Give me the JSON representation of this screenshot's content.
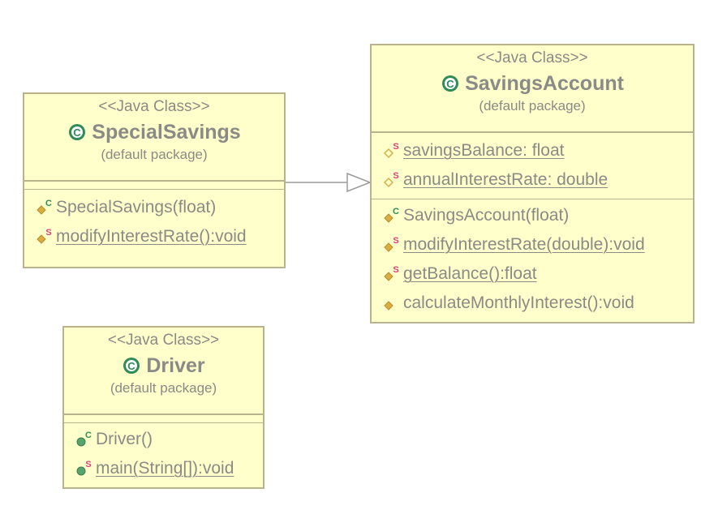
{
  "classes": [
    {
      "stereotype": "<<Java Class>>",
      "name": "SpecialSavings",
      "package": "(default package)",
      "fields": [],
      "methods": [
        {
          "text": "SpecialSavings(float)",
          "modifier": "C",
          "underlined": false
        },
        {
          "text": "modifyInterestRate():void",
          "modifier": "S",
          "underlined": true
        }
      ]
    },
    {
      "stereotype": "<<Java Class>>",
      "name": "SavingsAccount",
      "package": "(default package)",
      "fields": [
        {
          "text": "savingsBalance: float",
          "modifier": "S",
          "underlined": true
        },
        {
          "text": "annualInterestRate: double",
          "modifier": "S",
          "underlined": true
        }
      ],
      "methods": [
        {
          "text": "SavingsAccount(float)",
          "modifier": "C",
          "underlined": false
        },
        {
          "text": "modifyInterestRate(double):void",
          "modifier": "S",
          "underlined": true
        },
        {
          "text": "getBalance():float",
          "modifier": "S",
          "underlined": true
        },
        {
          "text": "calculateMonthlyInterest():void",
          "modifier": "",
          "underlined": false
        }
      ]
    },
    {
      "stereotype": "<<Java Class>>",
      "name": "Driver",
      "package": "(default package)",
      "fields": [],
      "methods": [
        {
          "text": "Driver()",
          "modifier": "C",
          "underlined": false
        },
        {
          "text": "main(String[]):void",
          "modifier": "S",
          "underlined": true
        }
      ]
    }
  ],
  "colors": {
    "class_fill": "#ffffcc",
    "border": "#b9b38d",
    "text": "#8a8a86",
    "class_icon": "#2f8b57",
    "modifier_c": "#2f8b57",
    "modifier_s": "#d8437f",
    "member_icon": "#d8ae45",
    "public_method_icon": "#56a46b"
  }
}
